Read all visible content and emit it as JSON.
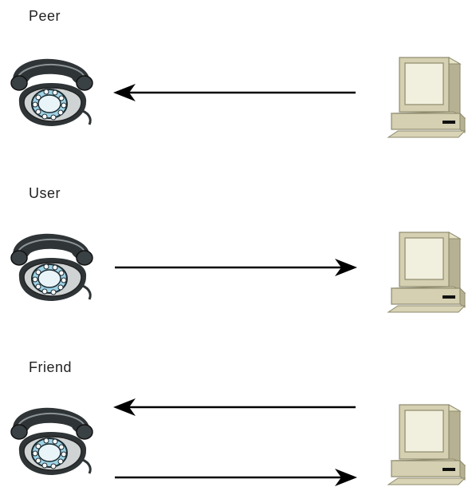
{
  "rows": [
    {
      "label": "Peer",
      "direction": "computer-to-phone"
    },
    {
      "label": "User",
      "direction": "phone-to-computer"
    },
    {
      "label": "Friend",
      "direction": "bidirectional"
    }
  ],
  "icons": {
    "phone": "rotary-telephone-icon",
    "computer": "desktop-computer-icon"
  },
  "colors": {
    "arrow": "#000000",
    "phone_body": "#cfd3d4",
    "phone_dark": "#2f3436",
    "phone_dial": "#9fd3e6",
    "computer_face": "#d4d0b1",
    "computer_shadow": "#b6b192",
    "computer_screen": "#f1efdd"
  }
}
